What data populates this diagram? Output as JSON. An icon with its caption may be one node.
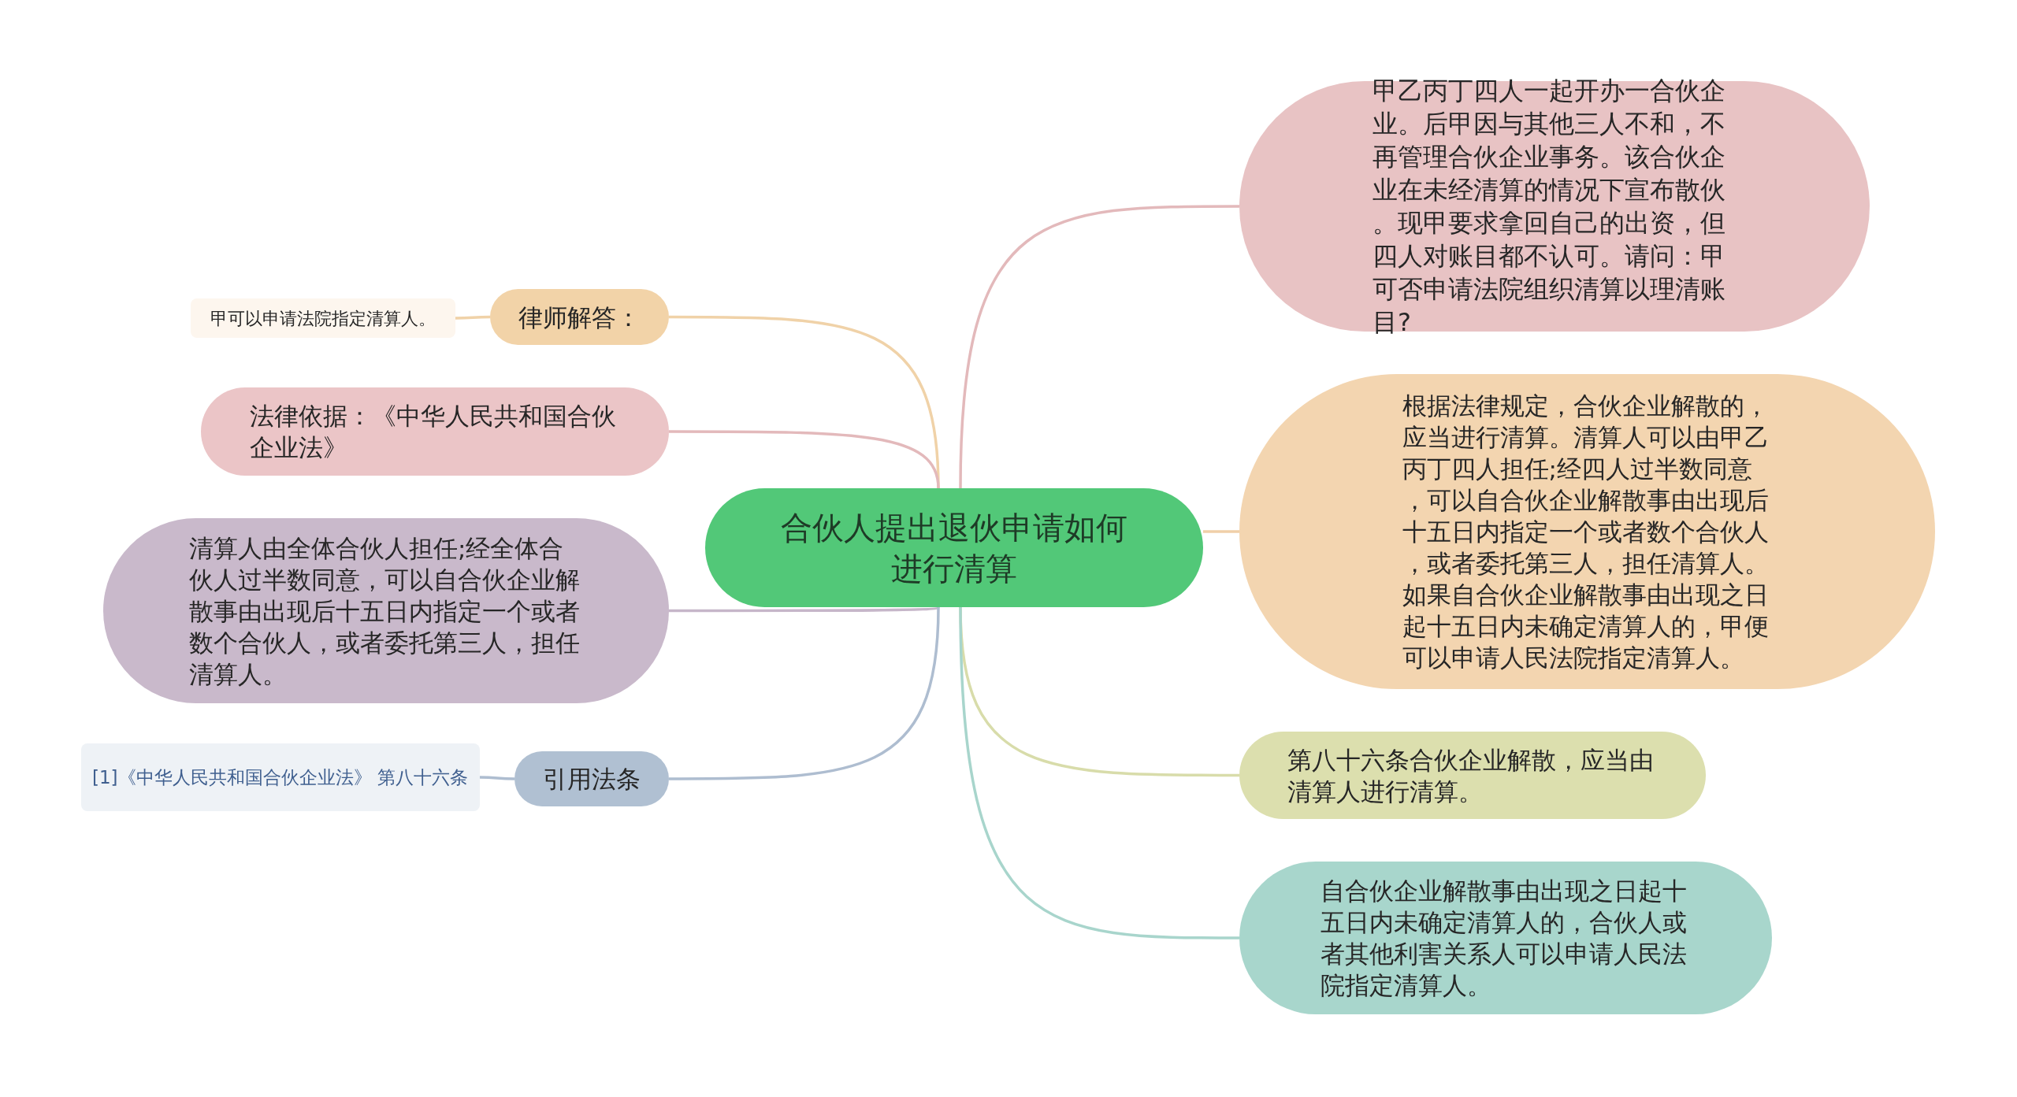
{
  "diagram": {
    "nodes": [
      {
        "text": [
          "合伙人提出退伙申请如何进行清算"
        ]
      },
      {
        "text": [
          "甲乙丙丁四人一起开办一合伙企业。后甲因与其他三人不和，不再管理合伙企业事务。该合伙企业在未经清算的情况下宣布散伙。现甲要求拿回自己的出资，但四人对账目都不认可。请问：甲可否申请法院组织清算以理清账目?"
        ]
      },
      {
        "text": [
          "根据法律规定，合伙企业解散的，应当进行清算。清算人可以由甲乙丙丁四人担任;经四人过半数同意，可以自合伙企业解散事由出现后十五日内指定一个或者数个合伙人，或者委托第三人，担任清算人。如果自合伙企业解散事由出现之日起十五日内未确定清算人的，甲便可以申请人民法院指定清算人。"
        ]
      },
      {
        "text": [
          "第八十六条合伙企业解散，应当由清算人进行清算。"
        ]
      },
      {
        "text": [
          "自合伙企业解散事由出现之日起十五日内未确定清算人的，合伙人或者其他利害关系人可以申请人民法院指定清算人。"
        ]
      },
      {
        "text": [
          "律师解答："
        ]
      },
      {
        "text": [
          "甲可以申请法院指定清算人。"
        ]
      },
      {
        "text": [
          "法律依据：《中华人民共和国合伙企业法》"
        ]
      },
      {
        "text": [
          "清算人由全体合伙人担任;经全体合伙人过半数同意，可以自合伙企业解散事由出现后十五日内指定一个或者数个合伙人，或者委托第三人，担任清算人。"
        ]
      },
      {
        "text": [
          "引用法条"
        ]
      },
      {
        "text": [
          "[1]《中华人民共和国合伙企业法》 第八十六条"
        ]
      }
    ],
    "edges": [
      {
        "from": 0,
        "to": 1,
        "arrow": "none",
        "color": "#e3b9bb"
      },
      {
        "from": 0,
        "to": 2,
        "arrow": "none",
        "color": "#f0cfa8"
      },
      {
        "from": 0,
        "to": 3,
        "arrow": "none",
        "color": "#d8dcaa"
      },
      {
        "from": 0,
        "to": 4,
        "arrow": "none",
        "color": "#a8d5cc"
      },
      {
        "from": 0,
        "to": 5,
        "arrow": "none",
        "color": "#f0d2a8"
      },
      {
        "from": 5,
        "to": 6,
        "arrow": "none",
        "color": "#f0d2a8"
      },
      {
        "from": 0,
        "to": 7,
        "arrow": "none",
        "color": "#e3b9bb"
      },
      {
        "from": 0,
        "to": 8,
        "arrow": "none",
        "color": "#c6b6c9"
      },
      {
        "from": 0,
        "to": 9,
        "arrow": "none",
        "color": "#aebdd0"
      },
      {
        "from": 9,
        "to": 10,
        "arrow": "none",
        "color": "#aebdd0"
      }
    ]
  }
}
